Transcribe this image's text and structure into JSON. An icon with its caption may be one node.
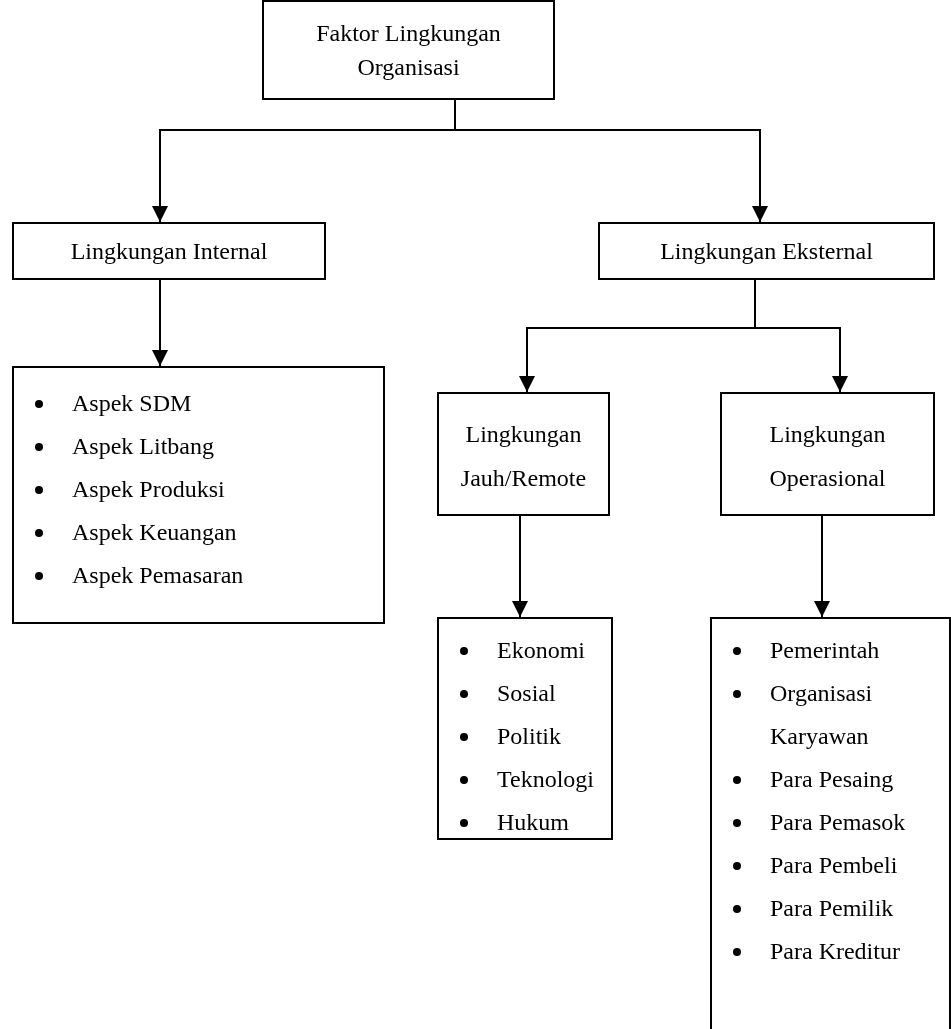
{
  "diagram": {
    "nodes": [
      {
        "text": [
          "Faktor Lingkungan Organisasi"
        ]
      },
      {
        "text": [
          "Lingkungan Internal"
        ]
      },
      {
        "text": [
          "Lingkungan Eksternal"
        ]
      },
      {
        "text": [
          "Aspek SDM",
          "Aspek Litbang",
          "Aspek Produksi",
          "Aspek Keuangan",
          "Aspek Pemasaran"
        ]
      },
      {
        "text": [
          "Lingkungan Jauh/Remote"
        ]
      },
      {
        "text": [
          "Lingkungan Operasional"
        ]
      },
      {
        "text": [
          "Ekonomi",
          "Sosial",
          "Politik",
          "Teknologi",
          "Hukum"
        ]
      },
      {
        "text": [
          "Pemerintah",
          "Organisasi Karyawan",
          "Para Pesaing",
          "Para Pemasok",
          "Para Pembeli",
          "Para Pemilik",
          "Para Kreditur"
        ]
      }
    ],
    "edges": [
      {
        "from": 0,
        "to": 1,
        "arrow": "to"
      },
      {
        "from": 0,
        "to": 2,
        "arrow": "to"
      },
      {
        "from": 1,
        "to": 3,
        "arrow": "to"
      },
      {
        "from": 2,
        "to": 4,
        "arrow": "to"
      },
      {
        "from": 2,
        "to": 5,
        "arrow": "to"
      },
      {
        "from": 4,
        "to": 6,
        "arrow": "to"
      },
      {
        "from": 5,
        "to": 7,
        "arrow": "to"
      }
    ]
  }
}
